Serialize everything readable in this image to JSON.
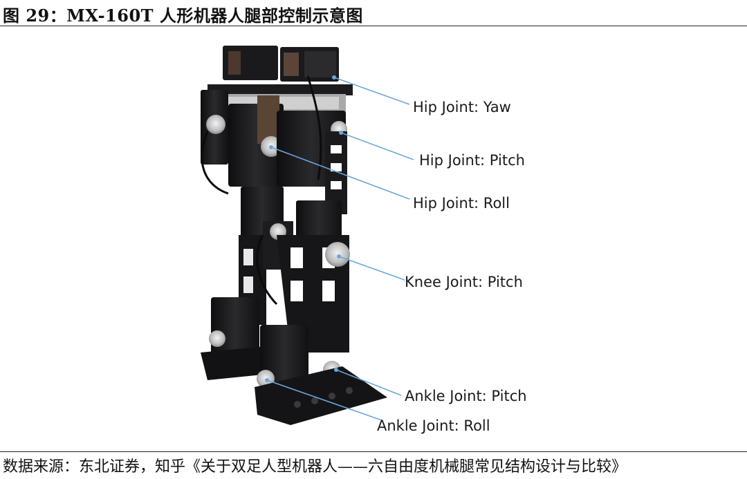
{
  "figure": {
    "title": "图 29：MX-160T 人形机器人腿部控制示意图",
    "source": "数据来源：东北证券，知乎《关于双足人型机器人——六自由度机械腿常见结构设计与比较》"
  },
  "labels": [
    "Hip Joint: Yaw",
    "Hip Joint: Pitch",
    "Hip Joint: Roll",
    "Knee Joint: Pitch",
    "Ankle Joint: Pitch",
    "Ankle Joint: Roll"
  ],
  "colors": {
    "leader_line": "#6aa6dc",
    "robot_frame": "#1c1c1e",
    "servo_horn": "#c9c9c9"
  }
}
